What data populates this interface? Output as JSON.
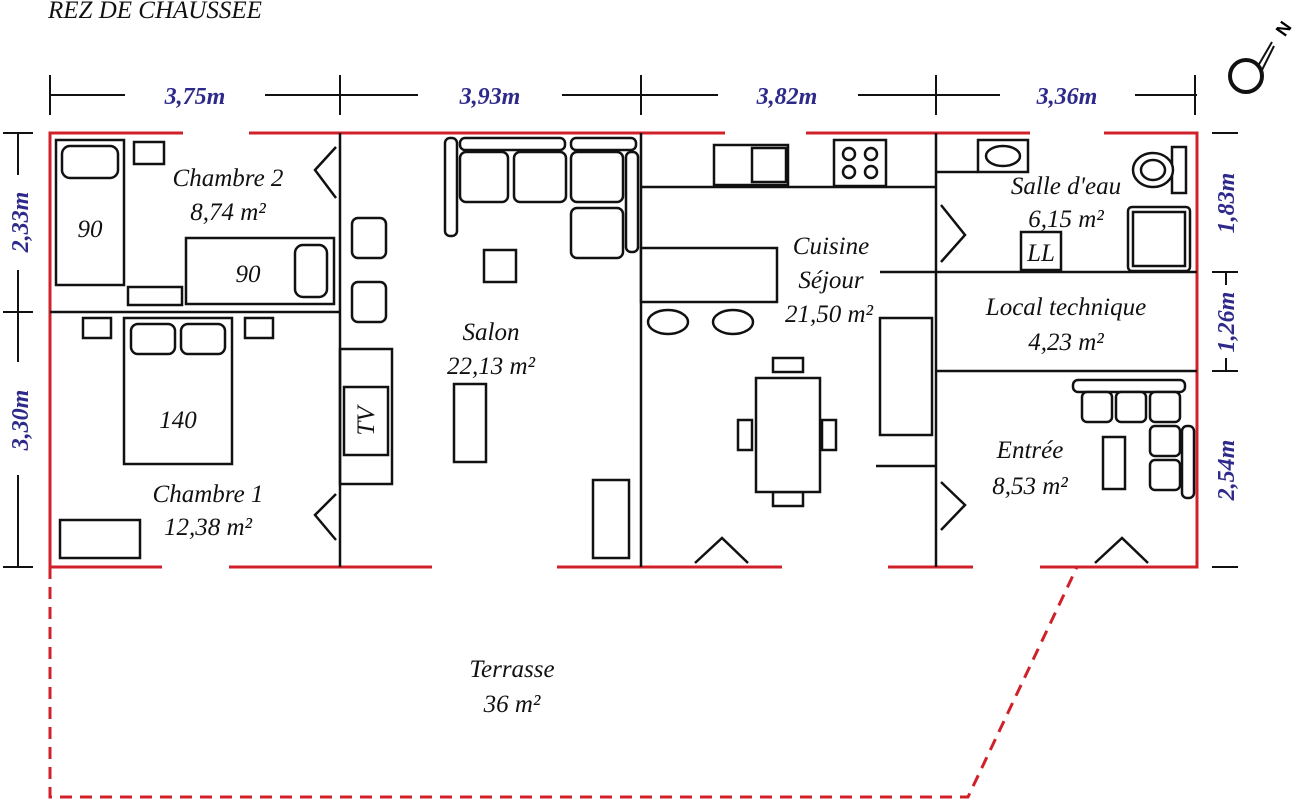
{
  "title": "REZ DE CHAUSSÉE",
  "compass_letter": "N",
  "dimensions": {
    "top": [
      "3,75m",
      "3,93m",
      "3,82m",
      "3,36m"
    ],
    "left": [
      "2,33m",
      "3,30m"
    ],
    "right": [
      "1,83m",
      "1,26m",
      "2,54m"
    ]
  },
  "rooms": {
    "chambre2": {
      "name": "Chambre 2",
      "area": "8,74 m²"
    },
    "chambre1": {
      "name": "Chambre 1",
      "area": "12,38 m²"
    },
    "salon": {
      "name": "Salon",
      "area": "22,13 m²"
    },
    "cuisine": {
      "name": "Cuisine",
      "name2": "Séjour",
      "area": "21,50 m²"
    },
    "salle_eau": {
      "name": "Salle d'eau",
      "area": "6,15 m²"
    },
    "local": {
      "name": "Local technique",
      "area": "4,23 m²"
    },
    "entree": {
      "name": "Entrée",
      "area": "8,53 m²"
    },
    "terrasse": {
      "name": "Terrasse",
      "area": "36 m²"
    }
  },
  "furniture_labels": {
    "bed1": "90",
    "bed2": "90",
    "bed_double": "140",
    "tv": "TV",
    "washing_machine": "LL"
  }
}
